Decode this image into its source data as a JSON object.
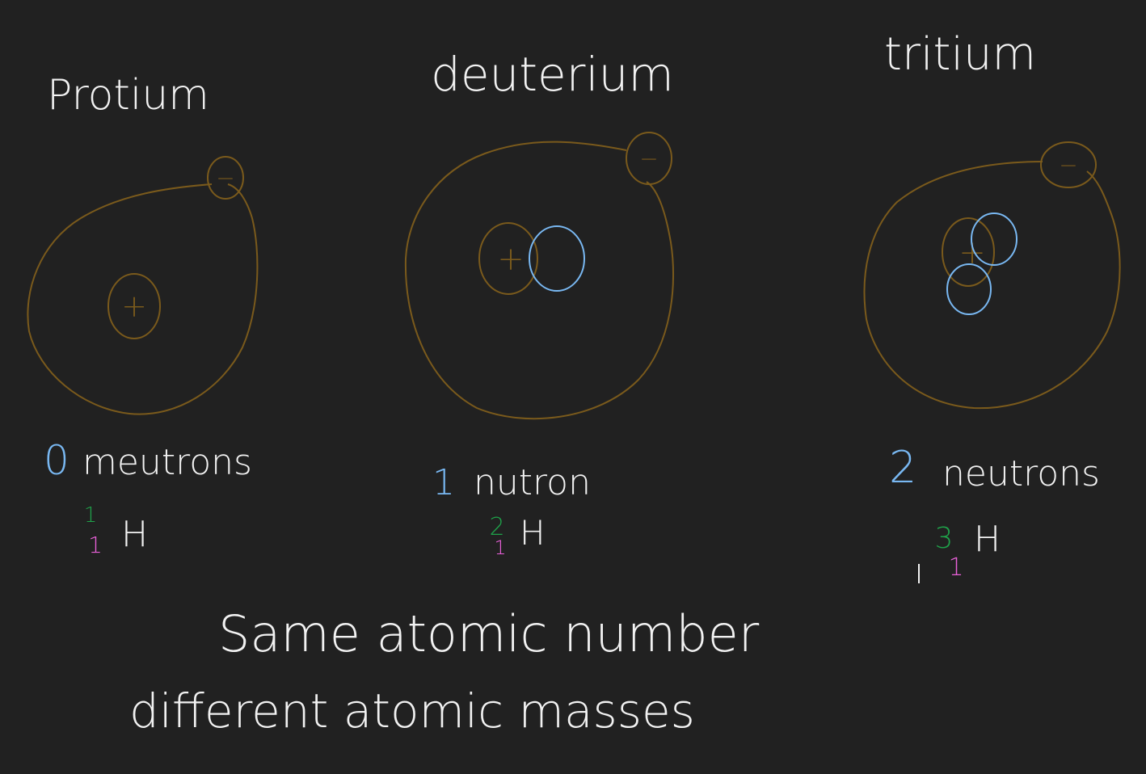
{
  "isotopes": [
    {
      "name": "Protium",
      "neutron_count": "0",
      "neutron_label": "meutrons",
      "mass_number": "1",
      "atomic_number": "1",
      "symbol": "H",
      "nucleus_sign": "+",
      "electron_sign": "−",
      "neutrons_drawn": 0
    },
    {
      "name": "deuterium",
      "neutron_count": "1",
      "neutron_label": "nutron",
      "mass_number": "2",
      "atomic_number": "1",
      "symbol": "H",
      "nucleus_sign": "+",
      "electron_sign": "−",
      "neutrons_drawn": 1
    },
    {
      "name": "tritium",
      "neutron_count": "2",
      "neutron_label": "neutrons",
      "mass_number": "3",
      "atomic_number": "1",
      "symbol": "H",
      "nucleus_sign": "+",
      "electron_sign": "−",
      "neutrons_drawn": 2
    }
  ],
  "summary": {
    "line1": "Same atomic number",
    "line2": "different atomic masses"
  },
  "colors": {
    "background": "#212121",
    "text": "#f2f2f2",
    "orbit": "#7a5a1c",
    "neutron": "#79b8f2",
    "mass_number": "#1fa34a",
    "atomic_number": "#e860d8"
  }
}
